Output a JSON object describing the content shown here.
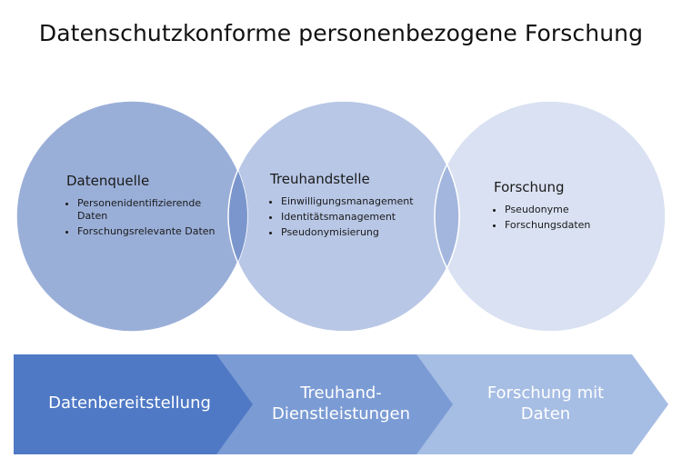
{
  "title": "Datenschutzkonforme personenbezogene Forschung",
  "circles": [
    {
      "heading": "Datenquelle",
      "bullets": [
        "Personenidentifizierende Daten",
        "Forschungsrelevante Daten"
      ]
    },
    {
      "heading": "Treuhandstelle",
      "bullets": [
        "Einwilligungsmanagement",
        "Identitätsmanagement",
        "Pseudonymisierung"
      ]
    },
    {
      "heading": "Forschung",
      "bullets": [
        "Pseudonyme",
        "Forschungsdaten"
      ]
    }
  ],
  "steps": [
    {
      "line1": "Datenbereitstellung",
      "line2": ""
    },
    {
      "line1": "Treuhand-",
      "line2": "Dienstleistungen"
    },
    {
      "line1": "Forschung mit",
      "line2": "Daten"
    }
  ],
  "colors": {
    "circle1": "#9aafd8",
    "circle2": "#b8c7e6",
    "circle3": "#d9e1f2",
    "overlap12": "#7a96cc",
    "overlap23": "#a3b6de",
    "step1": "#4f79c5",
    "step2": "#7b9bd4",
    "step3": "#a6bde4"
  }
}
